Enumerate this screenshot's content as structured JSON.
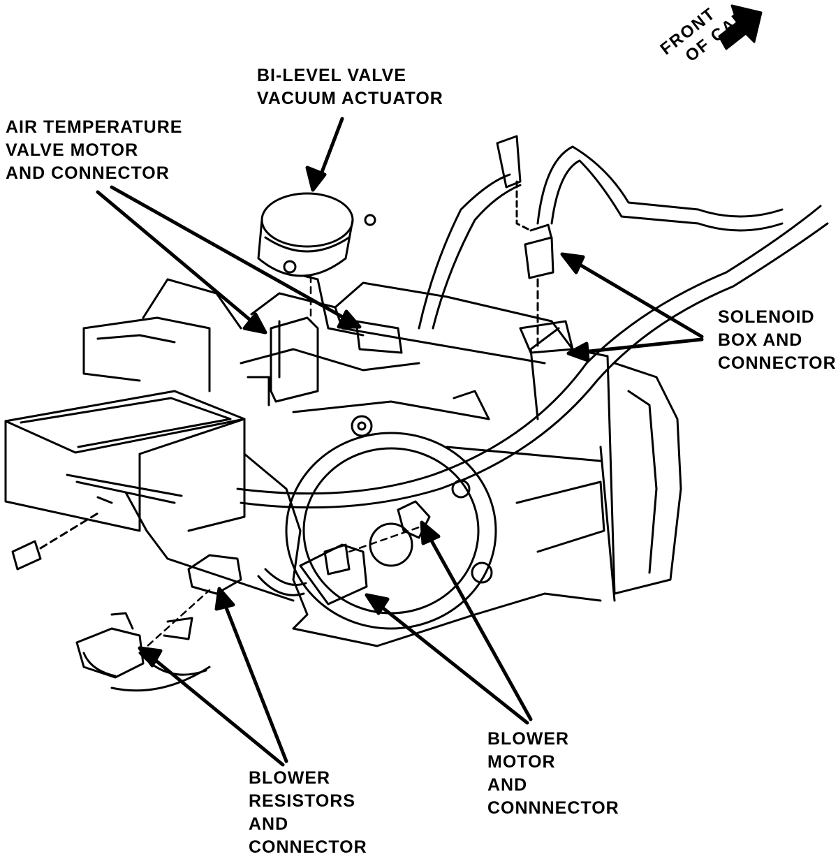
{
  "labels": {
    "bilevel": [
      "BI-LEVEL VALVE",
      "VACUUM ACTUATOR"
    ],
    "airtemp": [
      "AIR TEMPERATURE",
      "VALVE MOTOR",
      "AND CONNECTOR"
    ],
    "solenoid": [
      "SOLENOID",
      "BOX AND",
      "CONNECTOR"
    ],
    "blower_motor": [
      "BLOWER",
      "MOTOR",
      "AND",
      "CONNNECTOR"
    ],
    "blower_resistors": [
      "BLOWER",
      "RESISTORS",
      "AND",
      "CONNECTOR"
    ],
    "front": [
      "FRONT",
      "OF CAR"
    ]
  },
  "colors": {
    "ink": "#000000",
    "paper": "#ffffff"
  }
}
